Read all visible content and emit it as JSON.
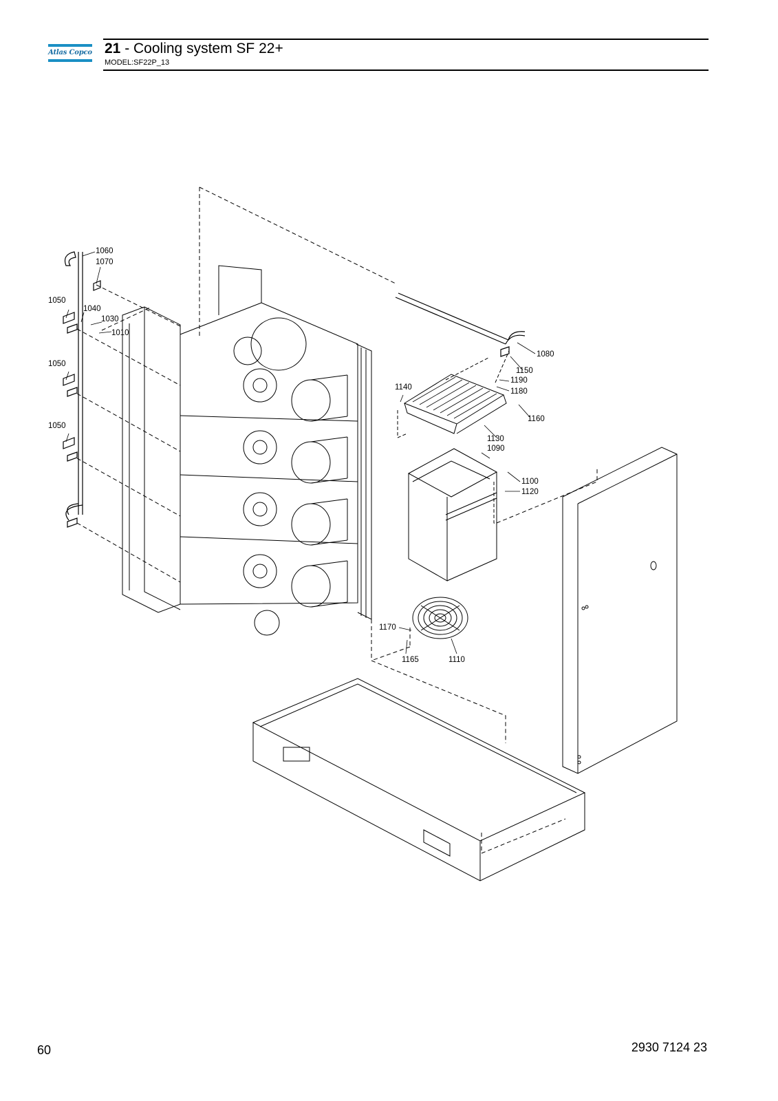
{
  "header": {
    "logo_text": "Atlas Copco",
    "section_number": "21",
    "section_title": " - Cooling system SF 22+",
    "model": "MODEL:SF22P_13"
  },
  "labels": [
    "1060",
    "1070",
    "1050",
    "1040",
    "1030",
    "1010",
    "1050",
    "1050",
    "1080",
    "1150",
    "1140",
    "1190",
    "1180",
    "1160",
    "1130",
    "1090",
    "1100",
    "1120",
    "1170",
    "1165",
    "1110"
  ],
  "footer": {
    "page_number": "60",
    "doc_number": "2930 7124 23"
  }
}
